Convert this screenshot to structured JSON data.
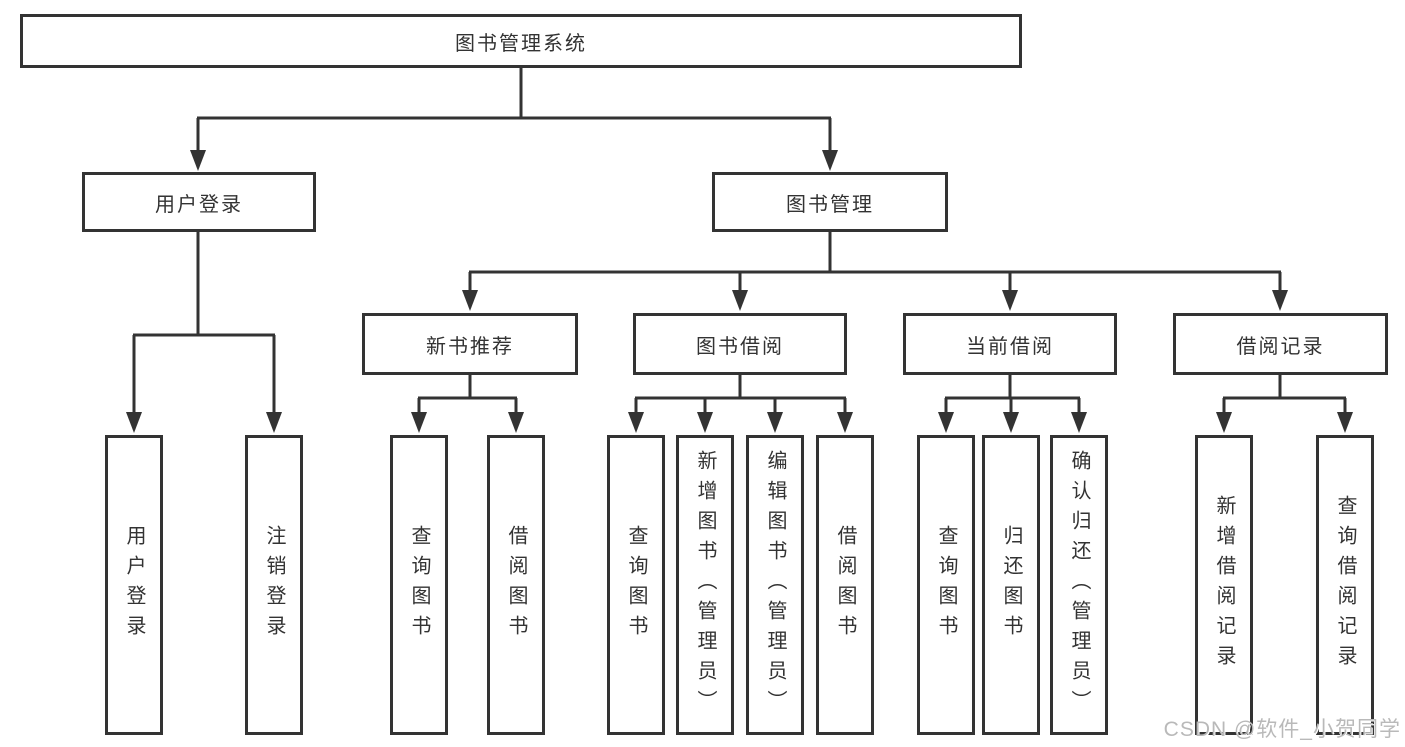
{
  "page": {
    "background_color": "#ffffff",
    "line_color": "#333333",
    "text_color": "#333333",
    "watermark_color": "#b9b9b9"
  },
  "diagram": {
    "root_label": "图书管理系统",
    "level2": {
      "user_login_label": "用户登录",
      "book_management_label": "图书管理"
    },
    "level3": {
      "new_book_recommend_label": "新书推荐",
      "book_borrow_label": "图书借阅",
      "current_borrow_label": "当前借阅",
      "borrow_record_label": "借阅记录"
    },
    "leaves": {
      "user_login": [
        "用户登录",
        "注销登录"
      ],
      "new_book": [
        "查询图书",
        "借阅图书"
      ],
      "book_borrow": [
        "查询图书",
        "新增图书（管理员）",
        "编辑图书（管理员）",
        "借阅图书"
      ],
      "current_borrow": [
        "查询图书",
        "归还图书",
        "确认归还（管理员）"
      ],
      "borrow_record": [
        "新增借阅记录",
        "查询借阅记录"
      ]
    }
  },
  "watermark": {
    "text": "CSDN @软件_小贺同学"
  }
}
